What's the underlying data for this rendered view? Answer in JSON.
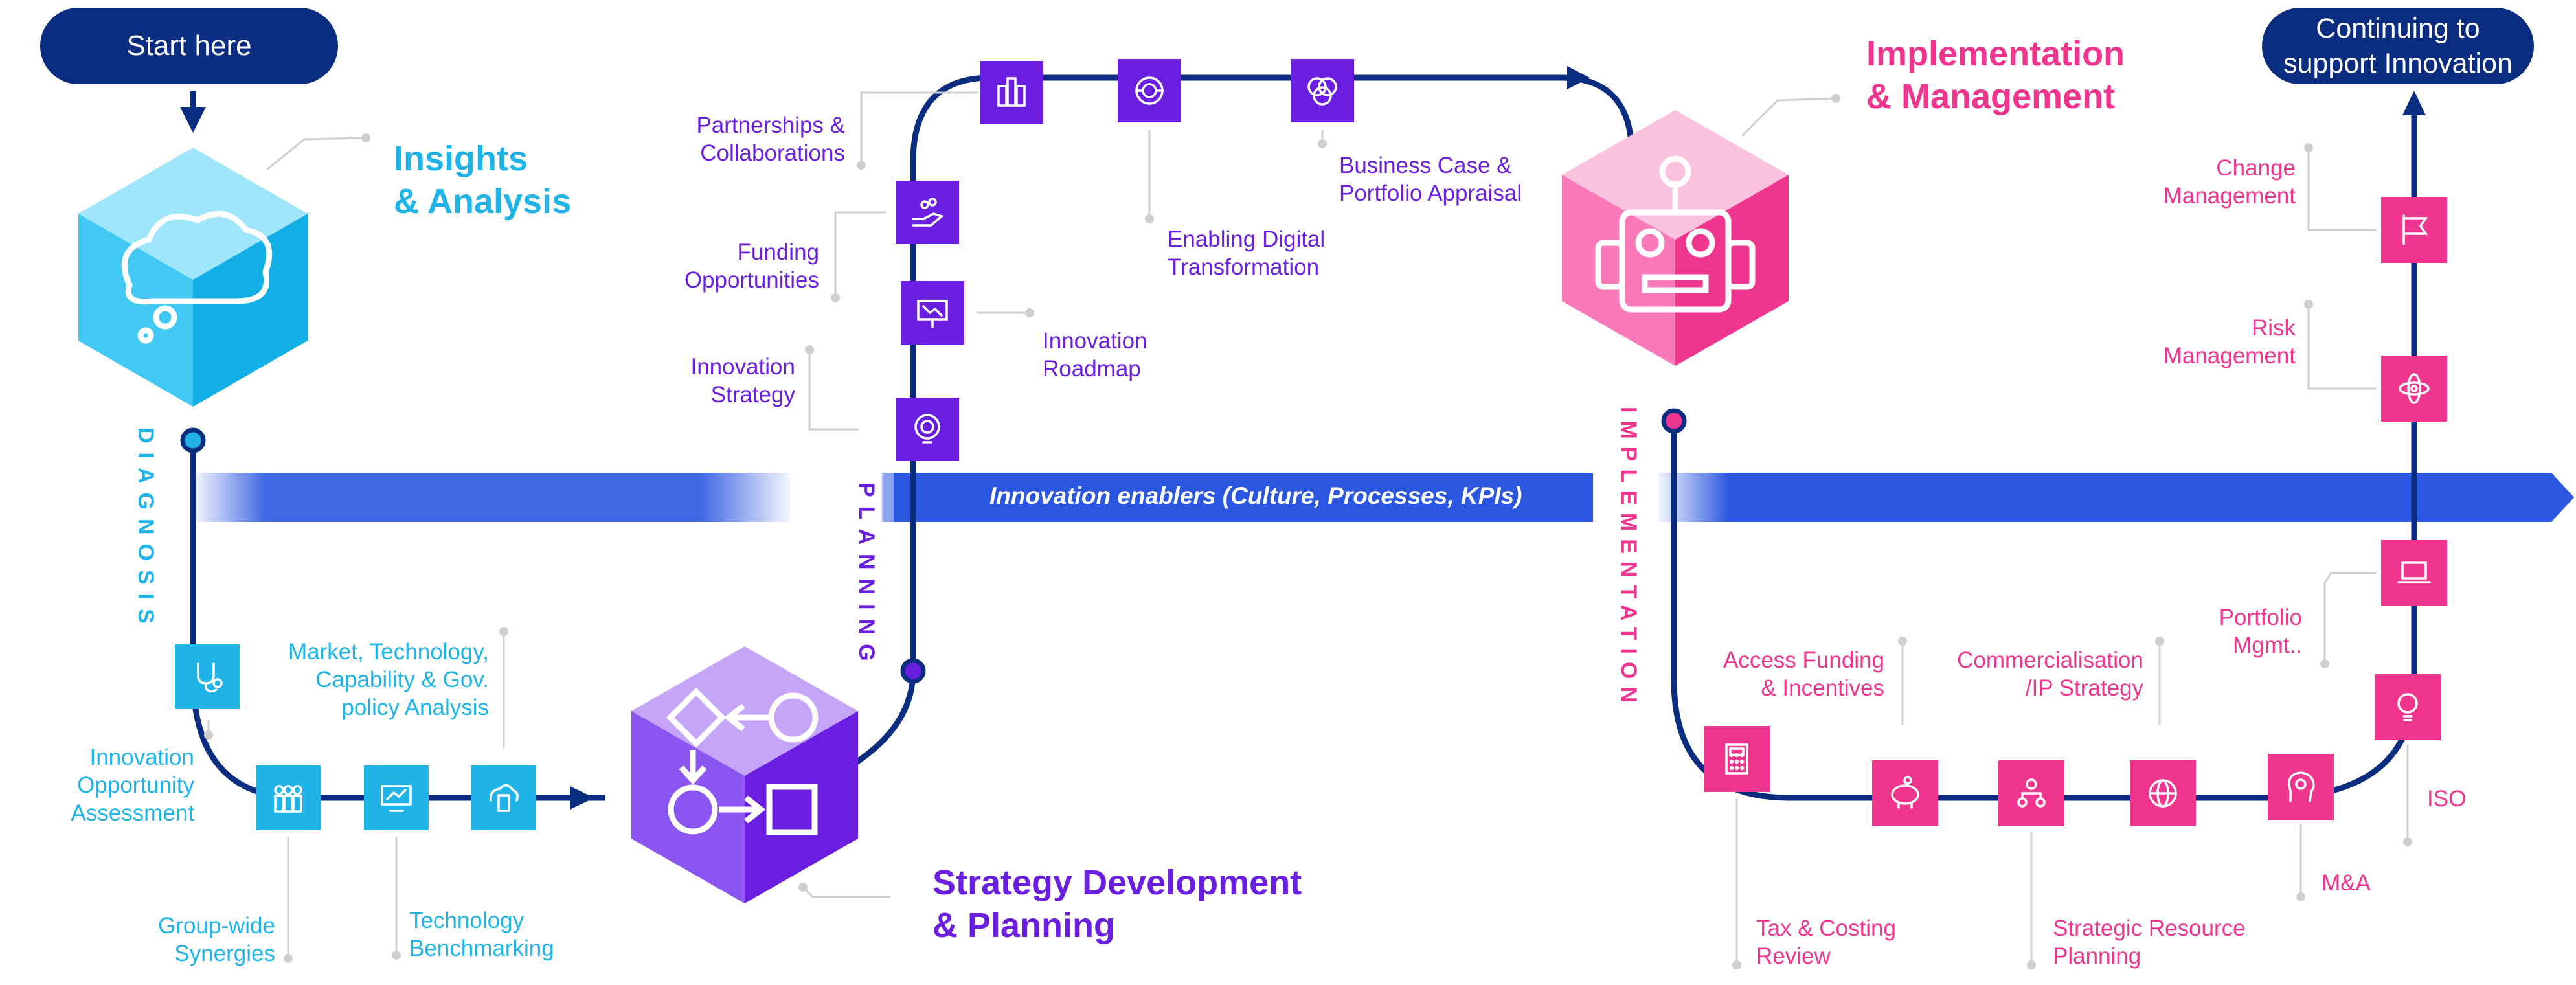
{
  "start_label": "Start here",
  "end_label": "Continuing to\nsupport Innovation",
  "banner_text": "Innovation enablers (Culture, Processes, KPIs)",
  "phases": {
    "diagnosis": {
      "title": "Insights\n& Analysis",
      "vertical": "DIAGNOSIS",
      "color": "#1fb3e8"
    },
    "planning": {
      "title": "Strategy Development\n& Planning",
      "vertical": "PLANNING",
      "color": "#6a1fe0"
    },
    "implementation": {
      "title": "Implementation\n& Management",
      "vertical": "IMPLEMENTATION",
      "color": "#f0358f"
    }
  },
  "diagnosis_steps": [
    {
      "label": "Innovation\nOpportunity\nAssessment",
      "icon": "stethoscope-icon"
    },
    {
      "label": "Group-wide\nSynergies",
      "icon": "team-icon"
    },
    {
      "label": "Technology\nBenchmarking",
      "icon": "monitor-chart-icon"
    },
    {
      "label": "Market, Technology,\nCapability & Gov.\npolicy Analysis",
      "icon": "cloud-document-icon"
    }
  ],
  "planning_steps": [
    {
      "label": "Innovation\nStrategy",
      "icon": "target-bulb-icon"
    },
    {
      "label": "Innovation\nRoadmap",
      "icon": "presentation-board-icon"
    },
    {
      "label": "Funding\nOpportunities",
      "icon": "hand-money-icon"
    },
    {
      "label": "Partnerships &\nCollaborations",
      "icon": "buildings-icon"
    },
    {
      "label": "Enabling Digital\nTransformation",
      "icon": "circular-arrows-icon"
    },
    {
      "label": "Business Case &\nPortfolio Appraisal",
      "icon": "venn-circles-icon"
    }
  ],
  "implementation_steps": [
    {
      "label": "Tax & Costing\nReview",
      "icon": "calculator-icon"
    },
    {
      "label": "Access Funding\n& Incentives",
      "icon": "piggy-bank-icon"
    },
    {
      "label": "Strategic Resource\nPlanning",
      "icon": "org-chart-icon"
    },
    {
      "label": "Commercialisation\n/IP Strategy",
      "icon": "globe-icon"
    },
    {
      "label": "M&A",
      "icon": "head-gears-icon"
    },
    {
      "label": "ISO",
      "icon": "lightbulb-icon"
    },
    {
      "label": "Portfolio\nMgmt..",
      "icon": "laptop-icon"
    },
    {
      "label": "Risk\nManagement",
      "icon": "atom-icon"
    },
    {
      "label": "Change\nManagement",
      "icon": "flag-icon"
    }
  ]
}
